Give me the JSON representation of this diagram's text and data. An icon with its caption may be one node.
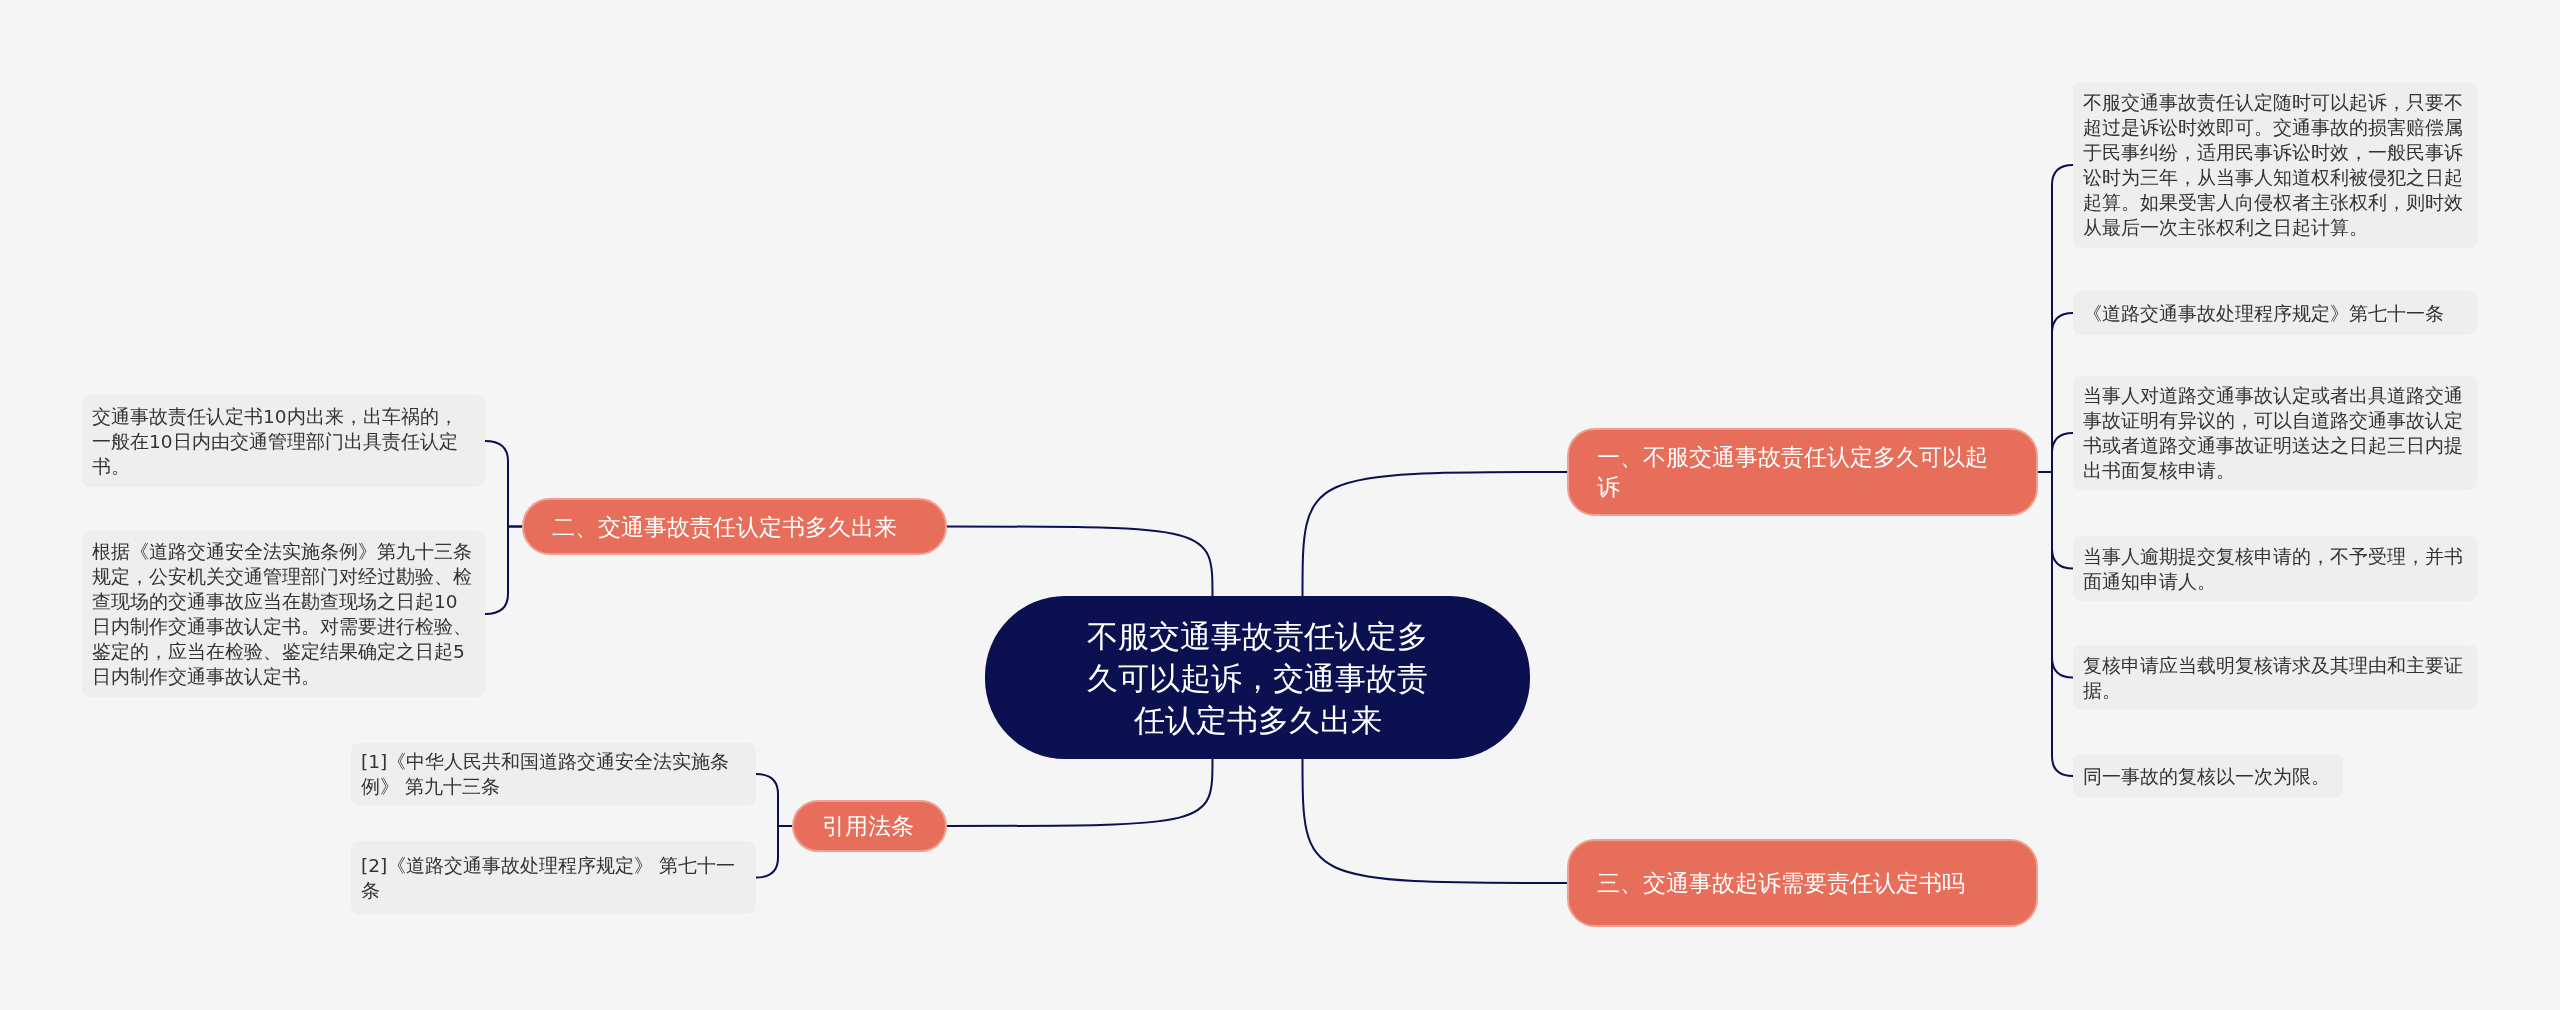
{
  "diagram": {
    "nodes": [
      {
        "text": [
          "不服交通事故责任认定多久可以起诉，交通事故责任认定书多久出来"
        ]
      },
      {
        "text": [
          "一、不服交通事故责任认定多久可以起诉"
        ]
      },
      {
        "text": [
          "不服交通事故责任认定随时可以起诉，只要不超过是诉讼时效即可。交通事故的损害赔偿属于民事纠纷，适用民事诉讼时效，一般民事诉讼时为三年，从当事人知道权利被侵犯之日起起算。如果受害人向侵权者主张权利，则时效从最后一次主张权利之日起计算。"
        ]
      },
      {
        "text": [
          "《道路交通事故处理程序规定》第七十一条"
        ]
      },
      {
        "text": [
          "当事人对道路交通事故认定或者出具道路交通事故证明有异议的，可以自道路交通事故认定书或者道路交通事故证明送达之日起三日内提出书面复核申请。"
        ]
      },
      {
        "text": [
          "当事人逾期提交复核申请的，不予受理，并书面通知申请人。"
        ]
      },
      {
        "text": [
          "复核申请应当载明复核请求及其理由和主要证据。"
        ]
      },
      {
        "text": [
          "同一事故的复核以一次为限。"
        ]
      },
      {
        "text": [
          "二、交通事故责任认定书多久出来"
        ]
      },
      {
        "text": [
          "交通事故责任认定书10内出来，出车祸的，一般在10日内由交通管理部门出具责任认定书。"
        ]
      },
      {
        "text": [
          "根据《道路交通安全法实施条例》第九十三条规定，公安机关交通管理部门对经过勘验、检查现场的交通事故应当在勘查现场之日起10日内制作交通事故认定书。对需要进行检验、鉴定的，应当在检验、鉴定结果确定之日起5日内制作交通事故认定书。"
        ]
      },
      {
        "text": [
          "引用法条"
        ]
      },
      {
        "text": [
          "[1]《中华人民共和国道路交通安全法实施条例》 第九十三条"
        ]
      },
      {
        "text": [
          "[2]《道路交通事故处理程序规定》 第七十一条"
        ]
      },
      {
        "text": [
          "三、交通事故起诉需要责任认定书吗"
        ]
      }
    ],
    "edges": [
      {
        "from": 0,
        "to": 1,
        "arrow": "none"
      },
      {
        "from": 1,
        "to": 2,
        "arrow": "none"
      },
      {
        "from": 1,
        "to": 3,
        "arrow": "none"
      },
      {
        "from": 1,
        "to": 4,
        "arrow": "none"
      },
      {
        "from": 1,
        "to": 5,
        "arrow": "none"
      },
      {
        "from": 1,
        "to": 6,
        "arrow": "none"
      },
      {
        "from": 1,
        "to": 7,
        "arrow": "none"
      },
      {
        "from": 0,
        "to": 8,
        "arrow": "none"
      },
      {
        "from": 8,
        "to": 9,
        "arrow": "none"
      },
      {
        "from": 8,
        "to": 10,
        "arrow": "none"
      },
      {
        "from": 0,
        "to": 11,
        "arrow": "none"
      },
      {
        "from": 11,
        "to": 12,
        "arrow": "none"
      },
      {
        "from": 11,
        "to": 13,
        "arrow": "none"
      },
      {
        "from": 0,
        "to": 14,
        "arrow": "none"
      }
    ]
  }
}
